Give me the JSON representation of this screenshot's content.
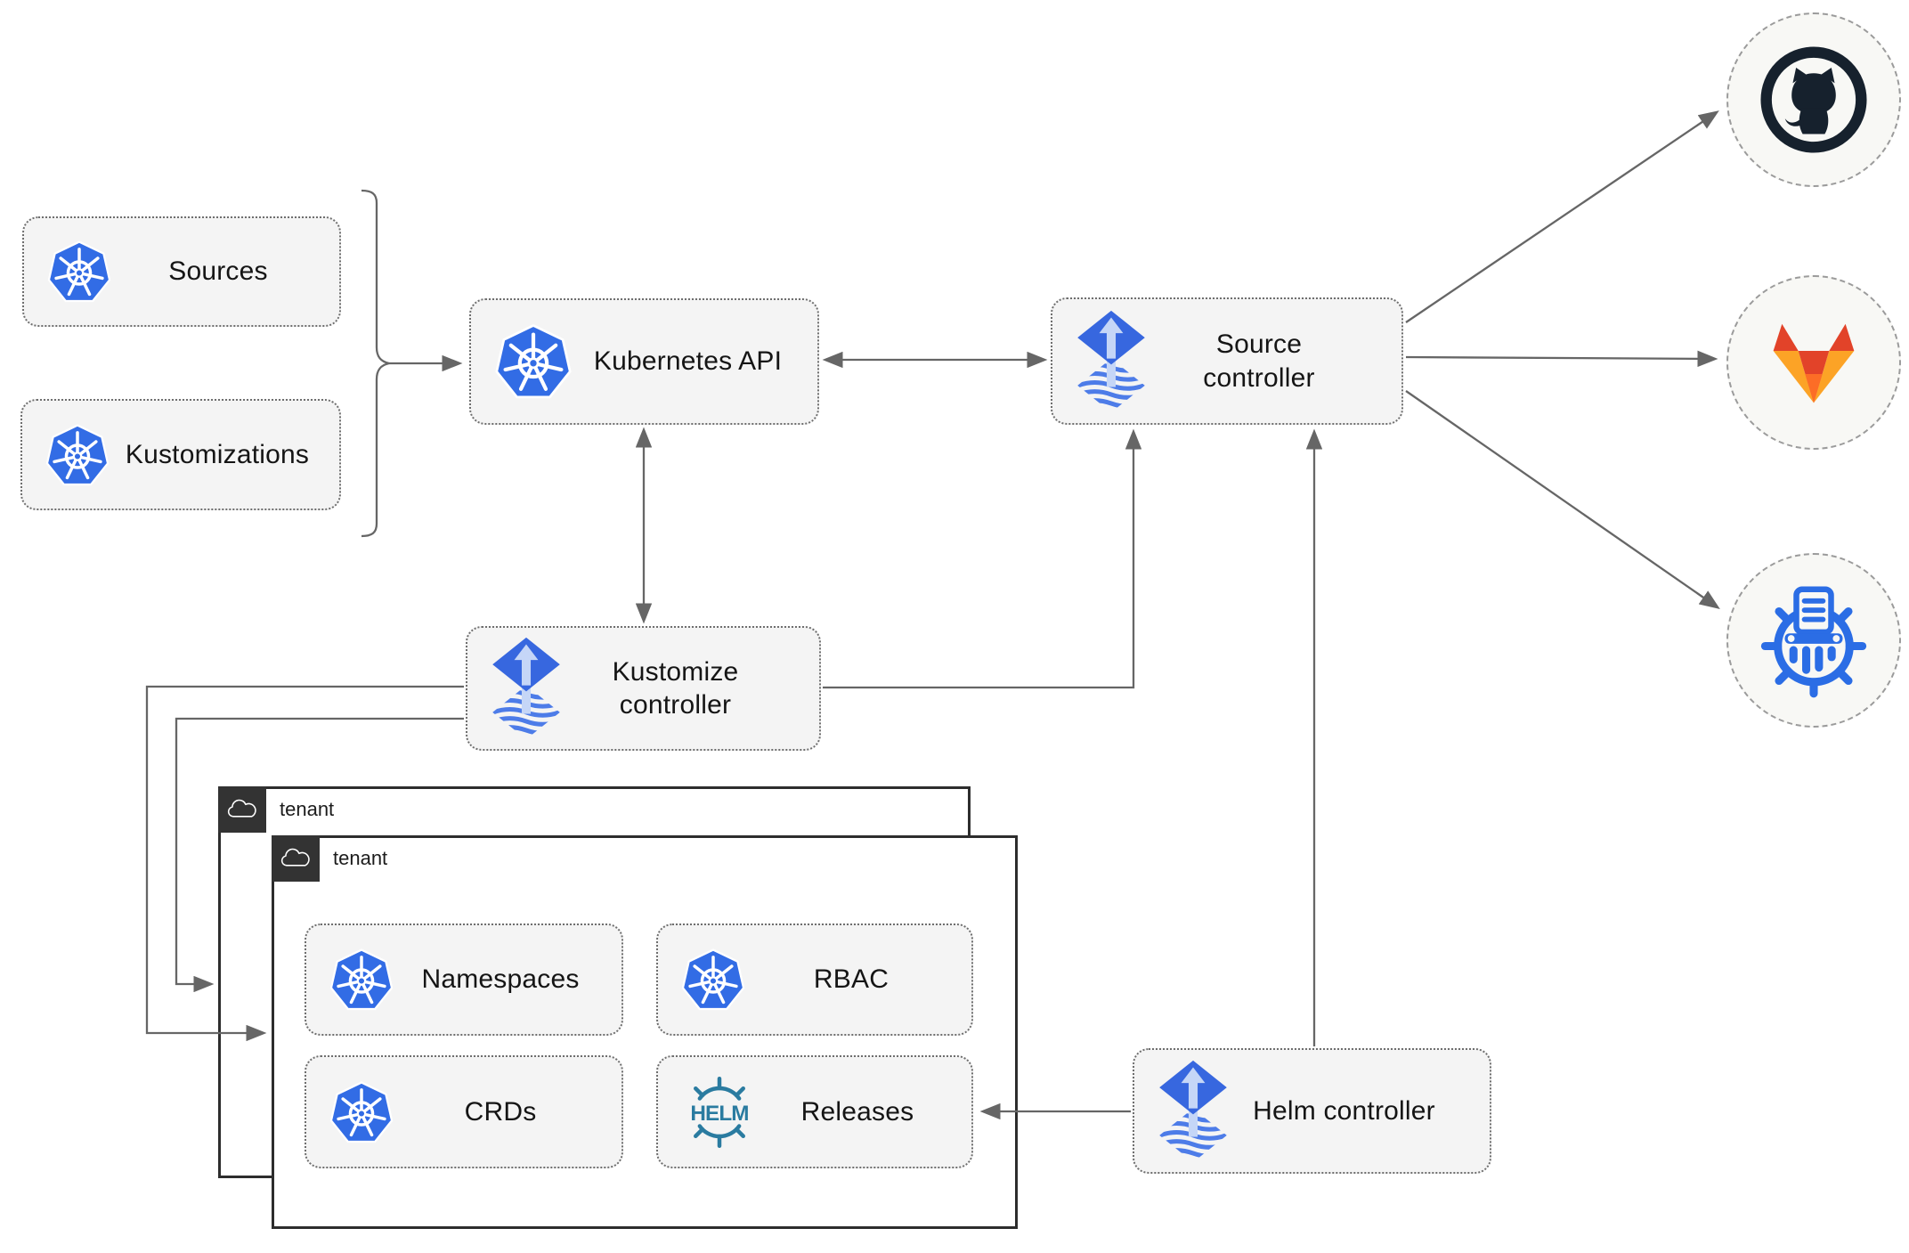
{
  "nodes": {
    "sources": {
      "label": "Sources",
      "icon": "kubernetes-icon"
    },
    "kustomizations": {
      "label": "Kustomizations",
      "icon": "kubernetes-icon"
    },
    "kubernetes_api": {
      "label": "Kubernetes API",
      "icon": "kubernetes-icon"
    },
    "source_controller": {
      "label": "Source controller",
      "icon": "flux-icon"
    },
    "kustomize_controller": {
      "label": "Kustomize controller",
      "icon": "flux-icon"
    },
    "helm_controller": {
      "label": "Helm controller",
      "icon": "flux-icon"
    },
    "namespaces": {
      "label": "Namespaces",
      "icon": "kubernetes-icon"
    },
    "rbac": {
      "label": "RBAC",
      "icon": "kubernetes-icon"
    },
    "crds": {
      "label": "CRDs",
      "icon": "kubernetes-icon"
    },
    "releases": {
      "label": "Releases",
      "icon": "helm-icon"
    }
  },
  "tenants": {
    "back": {
      "label": "tenant",
      "icon": "cloud-icon"
    },
    "front": {
      "label": "tenant",
      "icon": "cloud-icon"
    }
  },
  "remotes": {
    "github": {
      "icon": "github-icon"
    },
    "gitlab": {
      "icon": "gitlab-icon"
    },
    "helm_repository": {
      "icon": "helm-repository-icon"
    }
  },
  "edges": [
    {
      "from": "sources+kustomizations",
      "to": "kubernetes_api",
      "style": "brace-arrow"
    },
    {
      "from": "kubernetes_api",
      "to": "source_controller",
      "style": "double-arrow"
    },
    {
      "from": "kubernetes_api",
      "to": "kustomize_controller",
      "style": "double-arrow"
    },
    {
      "from": "kustomize_controller",
      "to": "source_controller",
      "style": "arrow"
    },
    {
      "from": "helm_controller",
      "to": "source_controller",
      "style": "arrow"
    },
    {
      "from": "source_controller",
      "to": "github",
      "style": "arrow"
    },
    {
      "from": "source_controller",
      "to": "gitlab",
      "style": "arrow"
    },
    {
      "from": "source_controller",
      "to": "helm_repository",
      "style": "arrow"
    },
    {
      "from": "kustomize_controller",
      "to": "tenant_front",
      "style": "arrow"
    },
    {
      "from": "kustomize_controller",
      "to": "tenant_back",
      "style": "arrow"
    },
    {
      "from": "helm_controller",
      "to": "releases",
      "style": "arrow"
    }
  ],
  "palette": {
    "kubernetes_blue": "#326ce5",
    "flux_blue": "#3767df",
    "flux_stripe": "#4d7ce8",
    "flux_light": "#c5d6f7",
    "helm_teal": "#2a7ba0",
    "github_dark": "#16212d",
    "gitlab_dark_orange": "#e24329",
    "gitlab_mid_orange": "#fc6d26",
    "gitlab_light_orange": "#fca326",
    "bucket_blue": "#2b6de5",
    "line_gray": "#666666",
    "node_fill": "#f4f4f4",
    "tenant_tab": "#333333"
  }
}
